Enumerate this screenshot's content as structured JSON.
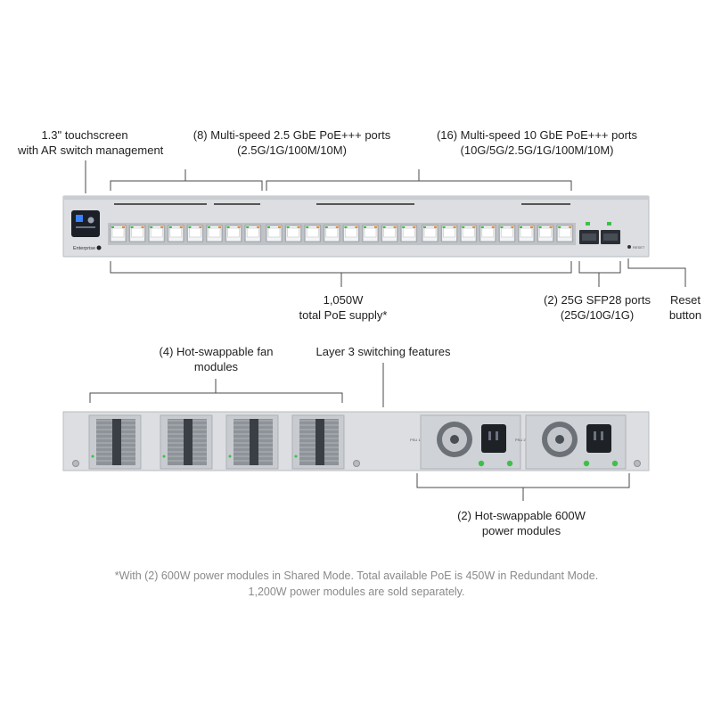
{
  "labels": {
    "touchscreen": [
      "1.3\" touchscreen",
      "with AR switch management"
    ],
    "ports_2_5g": [
      "(8) Multi-speed 2.5 GbE PoE+++ ports",
      "(2.5G/1G/100M/10M)"
    ],
    "ports_10g": [
      "(16) Multi-speed 10 GbE PoE+++ ports",
      "(10G/5G/2.5G/1G/100M/10M)"
    ],
    "poe_supply": [
      "1,050W",
      "total PoE supply*"
    ],
    "sfp28": [
      "(2) 25G SFP28 ports",
      "(25G/10G/1G)"
    ],
    "reset": [
      "Reset",
      "button"
    ],
    "fans": [
      "(4) Hot-swappable fan",
      "modules"
    ],
    "layer3": [
      "Layer 3 switching features"
    ],
    "power_modules": [
      "(2) Hot-swappable 600W",
      "power modules"
    ]
  },
  "footnote": [
    "*With (2) 600W power modules in Shared Mode. Total available PoE is 450W in Redundant Mode.",
    "1,200W power modules are sold separately."
  ],
  "device_text": {
    "brand": "Enterprise",
    "reset_marking": "RESET",
    "psu1": "PSU 1",
    "psu2": "PSU 2"
  },
  "colors": {
    "chassis": "#dcdee1",
    "chassis_edge": "#b9bcc0",
    "port_body": "#f3f4f5",
    "port_led_green": "#3fbf4a",
    "port_led_orange": "#f08a2a",
    "leader_line": "#4a4a4a",
    "footnote_text": "#8a8a8a"
  },
  "icons": {
    "touchscreen_display": "touchscreen-icon",
    "fan": "fan-grille-icon",
    "psu_fan": "psu-fan-icon",
    "power_socket": "power-socket-icon"
  }
}
